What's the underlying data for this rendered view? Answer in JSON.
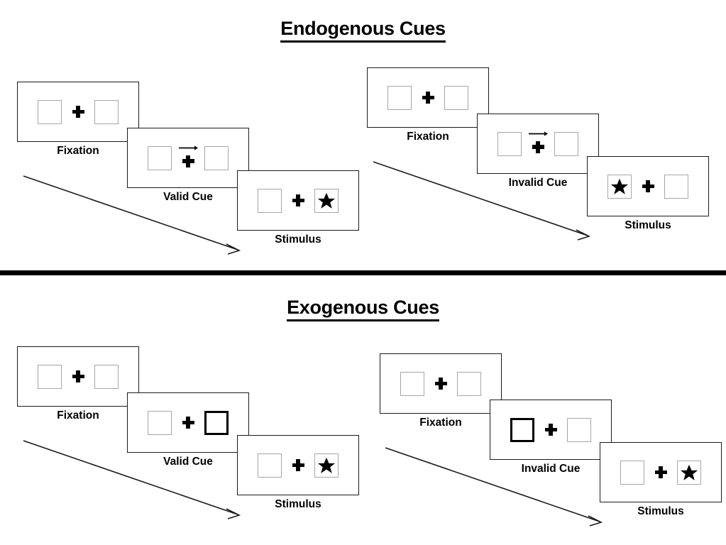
{
  "figure": {
    "title_top": "Endogenous Cues",
    "title_bottom": "Exogenous Cues"
  },
  "colors": {
    "ink": "#000000",
    "panel_border": "#1a1a1a",
    "slot_border": "#a6a6a6",
    "cued_slot_border": "#000000",
    "background": "#ffffff"
  },
  "sections": [
    {
      "id": "endogenous",
      "title": "Endogenous Cues",
      "cue_kind": "arrow",
      "sequences": [
        {
          "id": "endogenous-valid",
          "frames": [
            {
              "label": "Fixation",
              "left_slot": "empty",
              "right_slot": "empty",
              "cue": "none",
              "arrow_direction": ""
            },
            {
              "label": "Valid Cue",
              "left_slot": "empty",
              "right_slot": "empty",
              "cue": "arrow",
              "arrow_direction": "right"
            },
            {
              "label": "Stimulus",
              "left_slot": "empty",
              "right_slot": "star",
              "cue": "none",
              "arrow_direction": ""
            }
          ]
        },
        {
          "id": "endogenous-invalid",
          "frames": [
            {
              "label": "Fixation",
              "left_slot": "empty",
              "right_slot": "empty",
              "cue": "none",
              "arrow_direction": ""
            },
            {
              "label": "Invalid Cue",
              "left_slot": "empty",
              "right_slot": "empty",
              "cue": "arrow",
              "arrow_direction": "right"
            },
            {
              "label": "Stimulus",
              "left_slot": "star",
              "right_slot": "empty",
              "cue": "none",
              "arrow_direction": ""
            }
          ]
        }
      ]
    },
    {
      "id": "exogenous",
      "title": "Exogenous Cues",
      "cue_kind": "bold-box",
      "sequences": [
        {
          "id": "exogenous-valid",
          "frames": [
            {
              "label": "Fixation",
              "left_slot": "empty",
              "right_slot": "empty",
              "cue": "none",
              "arrow_direction": ""
            },
            {
              "label": "Valid Cue",
              "left_slot": "empty",
              "right_slot": "cued",
              "cue": "bold-box-right",
              "arrow_direction": ""
            },
            {
              "label": "Stimulus",
              "left_slot": "empty",
              "right_slot": "star",
              "cue": "none",
              "arrow_direction": ""
            }
          ]
        },
        {
          "id": "exogenous-invalid",
          "frames": [
            {
              "label": "Fixation",
              "left_slot": "empty",
              "right_slot": "empty",
              "cue": "none",
              "arrow_direction": ""
            },
            {
              "label": "Invalid Cue",
              "left_slot": "cued",
              "right_slot": "empty",
              "cue": "bold-box-left",
              "arrow_direction": ""
            },
            {
              "label": "Stimulus",
              "left_slot": "empty",
              "right_slot": "star",
              "cue": "none",
              "arrow_direction": ""
            }
          ]
        }
      ]
    }
  ],
  "time_arrows": [
    {
      "id": "time-arrow-endogenous-valid",
      "meaning": "time-progression"
    },
    {
      "id": "time-arrow-endogenous-invalid",
      "meaning": "time-progression"
    },
    {
      "id": "time-arrow-exogenous-valid",
      "meaning": "time-progression"
    },
    {
      "id": "time-arrow-exogenous-invalid",
      "meaning": "time-progression"
    }
  ]
}
